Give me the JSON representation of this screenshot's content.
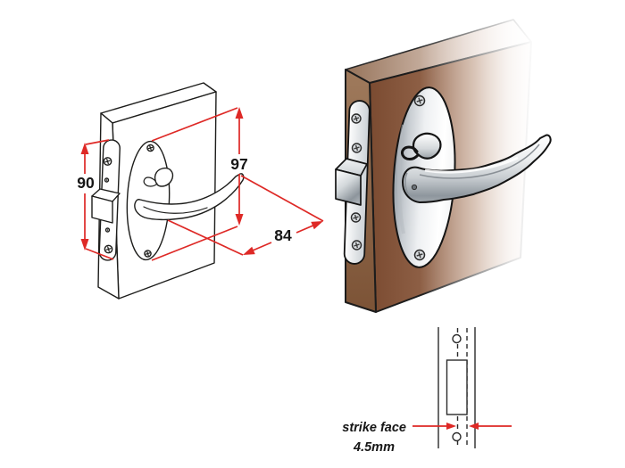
{
  "figure": {
    "subject": "mortice latch lockset with lever handle on oval backplate",
    "views": [
      "dimensioned line drawing",
      "rendered door view",
      "strike plate detail"
    ],
    "background": "#ffffff"
  },
  "annotations": {
    "dim_faceplate": "90",
    "dim_backplate": "97",
    "dim_lever": "84",
    "strike_caption_line1": "strike face",
    "strike_caption_line2": "4.5mm"
  },
  "colors": {
    "dimension_red": "#de2926",
    "outline_black": "#1d1d1b",
    "wood_front_brown": "#8a5841",
    "wood_edge_brown": "#977051",
    "chrome_light": "#f4f6f7",
    "chrome_mid": "#c7ccd1",
    "chrome_dark": "#8f979e"
  }
}
